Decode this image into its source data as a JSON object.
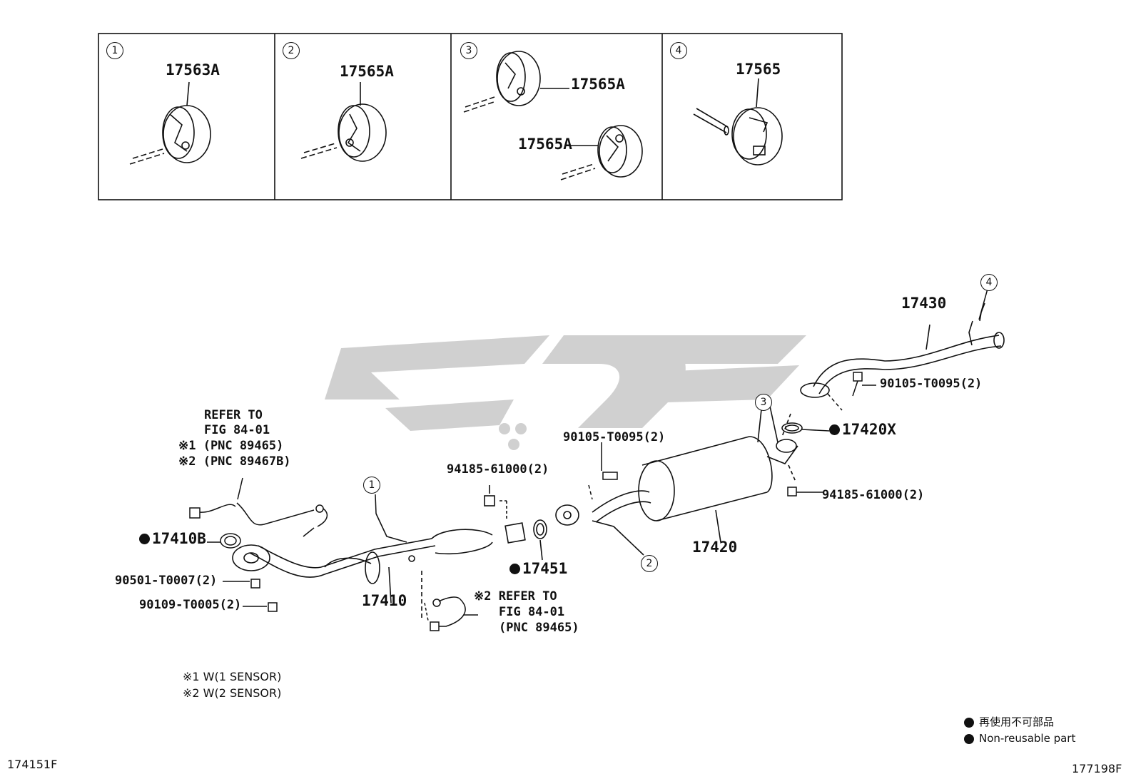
{
  "diagram": {
    "insets": [
      {
        "index": "1",
        "part": "17563A"
      },
      {
        "index": "2",
        "part": "17565A"
      },
      {
        "index": "3",
        "parts": [
          "17565A",
          "17565A"
        ]
      },
      {
        "index": "4",
        "part": "17565"
      }
    ],
    "callouts": {
      "c17430": "17430",
      "c4": "4",
      "c90105_top": "90105-T0095(2)",
      "c3": "3",
      "c17420X": "17420X",
      "c90105_mid": "90105-T0095(2)",
      "c94185_right": "94185-61000(2)",
      "c94185_left": "94185-61000(2)",
      "c1": "1",
      "c17451": "17451",
      "c2": "2",
      "c17420": "17420",
      "c17410B": "17410B",
      "c90501": "90501-T0007(2)",
      "c90109": "90109-T0005(2)",
      "c17410": "17410"
    },
    "refer_top": [
      "REFER TO",
      "FIG 84-01",
      "※1 (PNC 89465)",
      "※2 (PNC 89467B)"
    ],
    "refer_bottom": [
      "※2 REFER TO",
      "FIG 84-01",
      "(PNC 89465)"
    ],
    "notes": [
      "※1  W(1 SENSOR)",
      "※2  W(2 SENSOR)"
    ],
    "legend": [
      "再使用不可部品",
      "Non-reusable part"
    ],
    "footer_left": "174151F",
    "footer_right": "177198F"
  },
  "colors": {
    "ink": "#111111",
    "watermark": "#c8c8c8"
  }
}
